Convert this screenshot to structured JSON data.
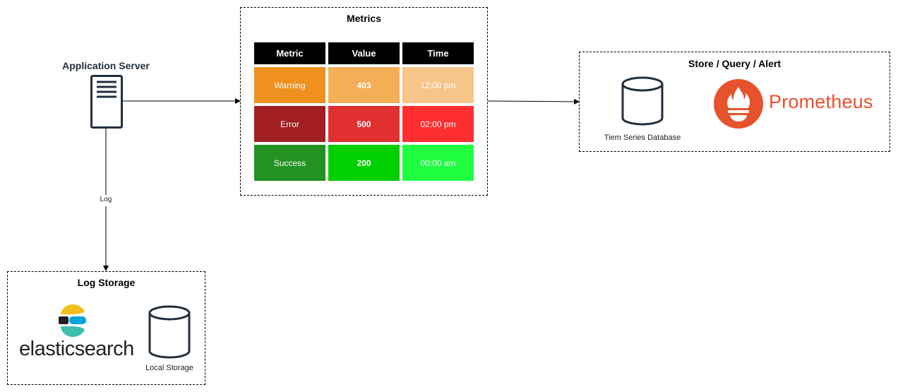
{
  "app_server": {
    "label": "Application Server"
  },
  "connector": {
    "log_label": "Log"
  },
  "metrics": {
    "title": "Metrics",
    "headers": [
      "Metric",
      "Value",
      "Time"
    ],
    "rows": [
      {
        "metric": "Warning",
        "value": "403",
        "time": "12:00 pm",
        "colors": [
          "#f0901f",
          "#f4ae55",
          "#f7c48a"
        ]
      },
      {
        "metric": "Error",
        "value": "500",
        "time": "02:00 pm",
        "colors": [
          "#a11f20",
          "#e03030",
          "#ff2f2f"
        ]
      },
      {
        "metric": "Success",
        "value": "200",
        "time": "00:00 am",
        "colors": [
          "#239223",
          "#00cf00",
          "#1fff3f"
        ]
      }
    ],
    "header_color": "#000000"
  },
  "store": {
    "title": "Store / Query / Alert",
    "db_label": "Tiem Series Database",
    "prometheus_text": "Prometheus",
    "prometheus_color": "#e6522c"
  },
  "log_storage": {
    "title": "Log Storage",
    "elastic_text": "elasticsearch",
    "local_label": "Local Storage"
  }
}
